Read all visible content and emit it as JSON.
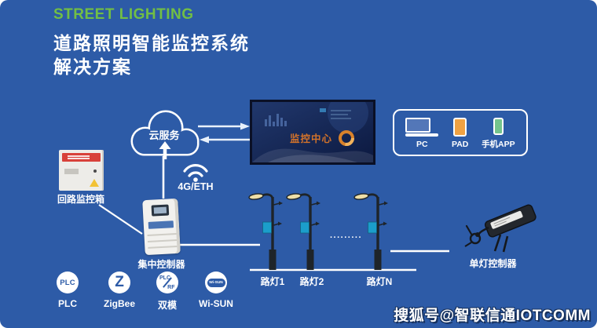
{
  "page": {
    "background": "#2d5ba7",
    "accent_green": "#72bf44",
    "colors": {
      "monitor_label": "#d2722a",
      "pad_screen": "#f0a243",
      "phone_screen": "#74c48d",
      "lamp_sign": "#1b9ecb",
      "cabinet_banner_red": "#d8413a",
      "warning_yellow": "#f2c235"
    }
  },
  "header": {
    "title_en": "STREET LIGHTING",
    "title_zh_1": "道路照明智能监控系统",
    "title_zh_2": "解决方案"
  },
  "cloud": {
    "label": "云服务"
  },
  "link": {
    "wifi_label": "4G/ETH"
  },
  "monitor": {
    "label": "监控中心"
  },
  "devices_panel": {
    "pc": "PC",
    "pad": "PAD",
    "phone": "手机APP"
  },
  "cabinet": {
    "label": "回路监控箱"
  },
  "concentrator": {
    "label": "集中控制器"
  },
  "street_lamps": {
    "lamp1": "路灯1",
    "lamp2": "路灯2",
    "lampN": "路灯N",
    "ellipsis": "........."
  },
  "lamp_controller": {
    "label": "单灯控制器"
  },
  "protocols": {
    "items": [
      {
        "icon": "PLC",
        "label": "PLC"
      },
      {
        "icon": "Z",
        "label": "ZigBee"
      },
      {
        "icon_top": "PLC",
        "icon_bottom": "RF",
        "label": "双模"
      },
      {
        "icon": "Wi-SUN",
        "label": "Wi-SUN"
      }
    ]
  },
  "watermark": {
    "text": "搜狐号@智联信通IOTCOMM"
  }
}
